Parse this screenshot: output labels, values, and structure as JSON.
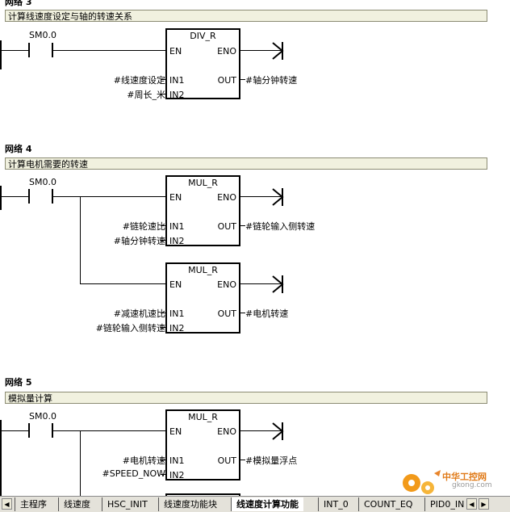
{
  "networks": [
    {
      "title": "网络 3",
      "comment": "计算线速度设定与轴的转速关系",
      "contact": "SM0.0",
      "blocks": [
        {
          "name": "DIV_R",
          "en": "EN",
          "eno": "ENO",
          "in1": "IN1",
          "in2": "IN2",
          "out": "OUT",
          "in1_param": "#线速度设定",
          "in2_param": "#周长_米",
          "out_param": "#轴分钟转速"
        }
      ]
    },
    {
      "title": "网络 4",
      "comment": "计算电机需要的转速",
      "contact": "SM0.0",
      "blocks": [
        {
          "name": "MUL_R",
          "en": "EN",
          "eno": "ENO",
          "in1": "IN1",
          "in2": "IN2",
          "out": "OUT",
          "in1_param": "#链轮速比",
          "in2_param": "#轴分钟转速",
          "out_param": "#链轮输入侧转速"
        },
        {
          "name": "MUL_R",
          "en": "EN",
          "eno": "ENO",
          "in1": "IN1",
          "in2": "IN2",
          "out": "OUT",
          "in1_param": "#减速机速比",
          "in2_param": "#链轮输入侧转速",
          "out_param": "#电机转速"
        }
      ]
    },
    {
      "title": "网络 5",
      "comment": "模拟量计算",
      "contact": "SM0.0",
      "blocks": [
        {
          "name": "MUL_R",
          "en": "EN",
          "eno": "ENO",
          "in1": "IN1",
          "in2": "IN2",
          "out": "OUT",
          "in1_param": "#电机转速",
          "in2_param": "#SPEED_NOW",
          "out_param": "#模拟量浮点"
        }
      ]
    }
  ],
  "tabs": [
    {
      "label": "主程序",
      "active": false
    },
    {
      "label": "线速度",
      "active": false
    },
    {
      "label": "HSC_INIT",
      "active": false
    },
    {
      "label": "线速度功能块",
      "active": false
    },
    {
      "label": "线速度计算功能",
      "active": true
    },
    {
      "label": "INT_0",
      "active": false
    },
    {
      "label": "COUNT_EQ",
      "active": false
    },
    {
      "label": "PID0_IN",
      "active": false
    }
  ],
  "tab_nav": {
    "left": "◀",
    "right": "▶"
  },
  "watermark": {
    "text": "中华工控网",
    "url": "gkong.com"
  }
}
